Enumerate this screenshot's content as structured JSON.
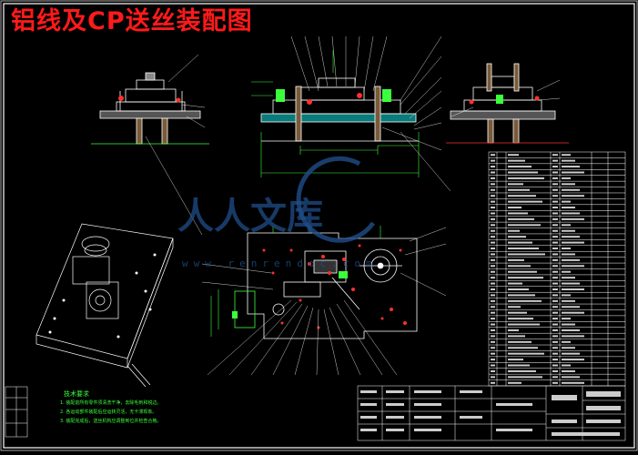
{
  "title": "铝线及CP送丝装配图",
  "watermark": {
    "text": "人人文库",
    "url": "www.renrendoc.com"
  },
  "tech_requirements": {
    "heading": "技术要求",
    "items": [
      "1. 装配前所有零件须清洗干净，去除毛刺和锐边。",
      "2. 各运动部件装配后应运转灵活，无卡滞现象。",
      "3. 装配完成后，送丝机构应调整到位并检查合格。"
    ]
  },
  "colors": {
    "background": "#000000",
    "line": "#ffffff",
    "title": "#ff1a1a",
    "dimension": "#3cff3c",
    "part": "#ff3030",
    "watermark": "#1f4e8a",
    "leader": "#ffffff"
  }
}
